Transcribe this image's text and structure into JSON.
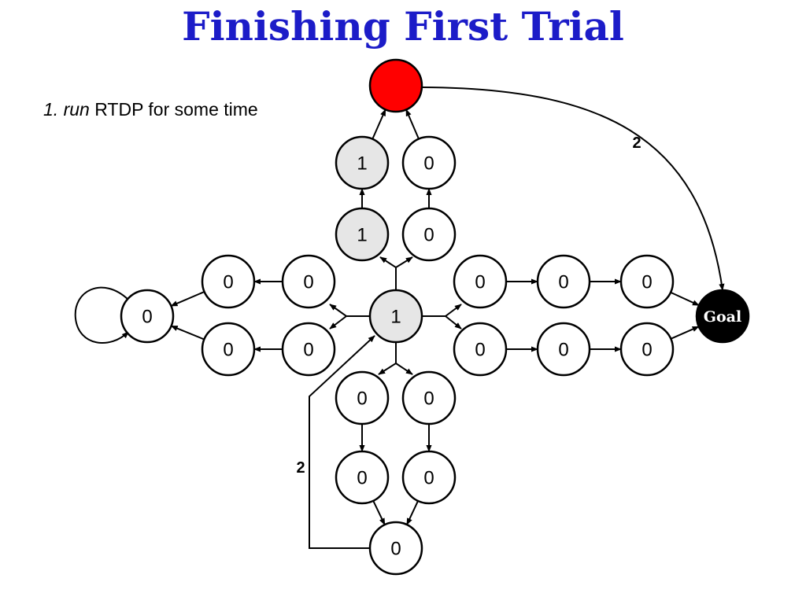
{
  "title": "Finishing First Trial",
  "step": {
    "number": "1.",
    "verb": "run",
    "text": "RTDP for some time"
  },
  "colors": {
    "title": "#1c1cc8",
    "start": "#ff0000",
    "visited": "#e6e6e6",
    "goal": "#000000",
    "node": "#ffffff"
  },
  "nodes": [
    {
      "id": "start",
      "value": "",
      "state": "start"
    },
    {
      "id": "u1a",
      "value": "1",
      "state": "visited"
    },
    {
      "id": "u1b",
      "value": "0",
      "state": "normal"
    },
    {
      "id": "u2a",
      "value": "1",
      "state": "visited"
    },
    {
      "id": "u2b",
      "value": "0",
      "state": "normal"
    },
    {
      "id": "center",
      "value": "1",
      "state": "visited"
    },
    {
      "id": "l1a",
      "value": "0",
      "state": "normal"
    },
    {
      "id": "l2a",
      "value": "0",
      "state": "normal"
    },
    {
      "id": "l1b",
      "value": "0",
      "state": "normal"
    },
    {
      "id": "l2b",
      "value": "0",
      "state": "normal"
    },
    {
      "id": "loop",
      "value": "0",
      "state": "normal"
    },
    {
      "id": "r1a",
      "value": "0",
      "state": "normal"
    },
    {
      "id": "r2a",
      "value": "0",
      "state": "normal"
    },
    {
      "id": "r3a",
      "value": "0",
      "state": "normal"
    },
    {
      "id": "r1b",
      "value": "0",
      "state": "normal"
    },
    {
      "id": "r2b",
      "value": "0",
      "state": "normal"
    },
    {
      "id": "r3b",
      "value": "0",
      "state": "normal"
    },
    {
      "id": "d1a",
      "value": "0",
      "state": "normal"
    },
    {
      "id": "d1b",
      "value": "0",
      "state": "normal"
    },
    {
      "id": "d2a",
      "value": "0",
      "state": "normal"
    },
    {
      "id": "d2b",
      "value": "0",
      "state": "normal"
    },
    {
      "id": "bottom",
      "value": "0",
      "state": "normal"
    },
    {
      "id": "goal",
      "value": "Goal",
      "state": "goal"
    }
  ],
  "edge_labels": {
    "start_to_goal": "2",
    "bottom_to_center": "2"
  }
}
